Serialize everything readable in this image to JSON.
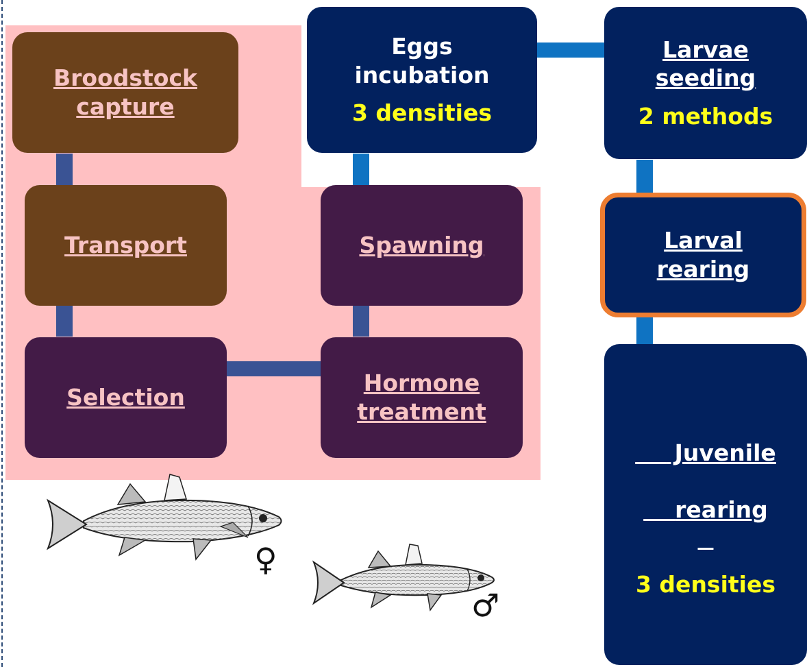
{
  "steps": {
    "broodstock": {
      "label1": "Broodstock",
      "label2": "capture"
    },
    "transport": {
      "label": "Transport"
    },
    "selection": {
      "label": "Selection"
    },
    "hormone": {
      "label1": "Hormone",
      "label2": "treatment"
    },
    "spawning": {
      "label": "Spawning"
    },
    "eggs": {
      "label1": "Eggs",
      "label2": "incubation",
      "note": "3 densities"
    },
    "larvae_seeding": {
      "label1": "Larvae",
      "label2": "seeding",
      "note": "2 methods"
    },
    "larval_rearing": {
      "label1": "Larval",
      "label2": "rearing"
    },
    "juvenile": {
      "label1": " Juvenile",
      "label2": "rearing",
      "note": "3 densities"
    }
  },
  "symbols": {
    "female": "♀",
    "male": "♂"
  },
  "colors": {
    "highlight_region": "#ffc0c2",
    "brown_box": "#6b411b",
    "purple_box": "#431b47",
    "navy_box": "#02215e",
    "note_text": "#ffff1a",
    "selected_border": "#ed7d31"
  }
}
